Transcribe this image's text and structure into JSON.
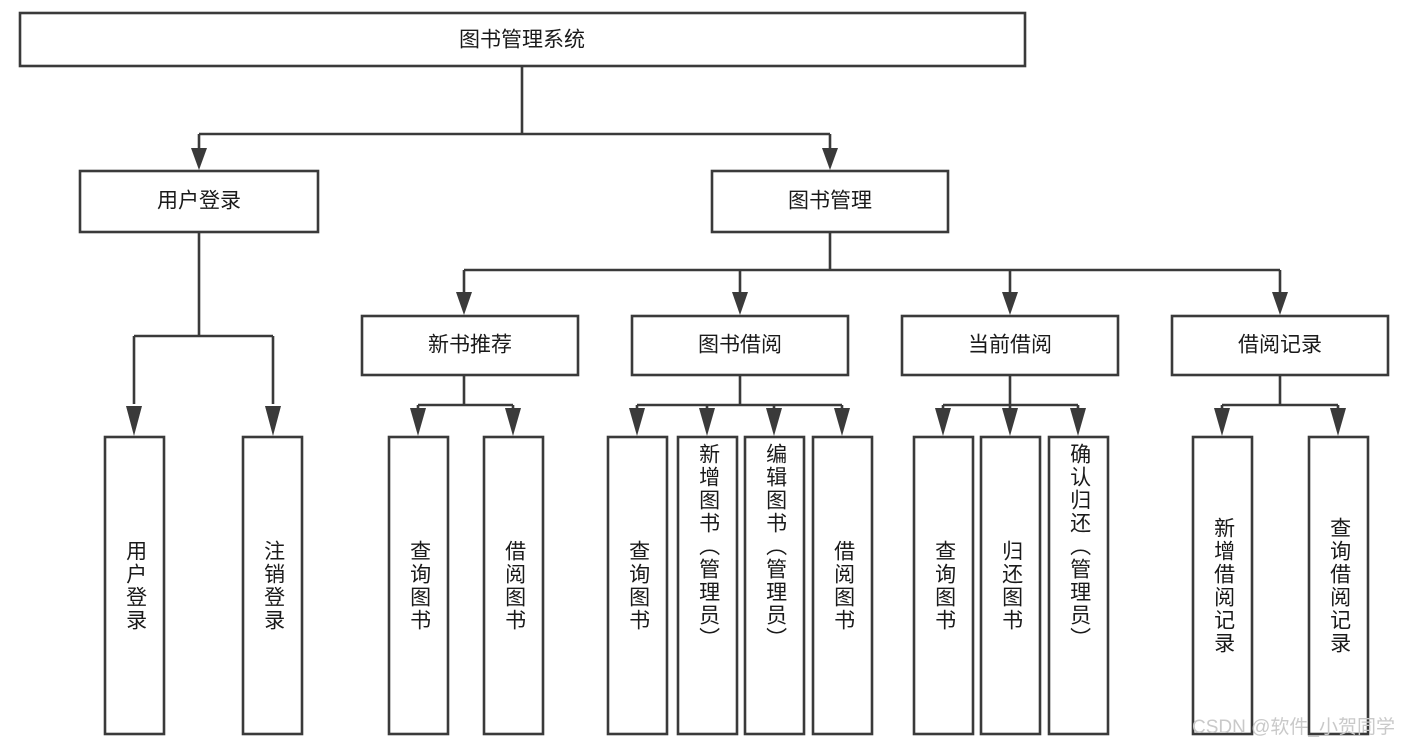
{
  "diagram": {
    "type": "tree",
    "title_node": "图书管理系统",
    "watermark": "CSDN @软件_小贺同学",
    "colors": {
      "box_stroke": "#3a3a3a",
      "box_fill": "#ffffff",
      "text": "#1a1a1a",
      "background": "#ffffff",
      "watermark": "#c9c9c9"
    },
    "levels": {
      "level0": [
        {
          "id": "root",
          "label": "图书管理系统",
          "orientation": "horizontal"
        }
      ],
      "level1": [
        {
          "id": "login",
          "label": "用户登录",
          "orientation": "horizontal"
        },
        {
          "id": "bookmgmt",
          "label": "图书管理",
          "orientation": "horizontal"
        }
      ],
      "level2": [
        {
          "id": "newbook",
          "label": "新书推荐",
          "orientation": "horizontal"
        },
        {
          "id": "borrow",
          "label": "图书借阅",
          "orientation": "horizontal"
        },
        {
          "id": "current",
          "label": "当前借阅",
          "orientation": "horizontal"
        },
        {
          "id": "records",
          "label": "借阅记录",
          "orientation": "horizontal"
        }
      ],
      "level3": [
        {
          "id": "l1",
          "label": "用户登录",
          "orientation": "vertical",
          "parent": "login"
        },
        {
          "id": "l2",
          "label": "注销登录",
          "orientation": "vertical",
          "parent": "login"
        },
        {
          "id": "l3",
          "label": "查询图书",
          "orientation": "vertical",
          "parent": "newbook"
        },
        {
          "id": "l4",
          "label": "借阅图书",
          "orientation": "vertical",
          "parent": "newbook"
        },
        {
          "id": "l5",
          "label": "查询图书",
          "orientation": "vertical",
          "parent": "borrow"
        },
        {
          "id": "l6",
          "label": "新增图书（管理员）",
          "orientation": "vertical",
          "parent": "borrow"
        },
        {
          "id": "l7",
          "label": "编辑图书（管理员）",
          "orientation": "vertical",
          "parent": "borrow"
        },
        {
          "id": "l8",
          "label": "借阅图书",
          "orientation": "vertical",
          "parent": "borrow"
        },
        {
          "id": "l9",
          "label": "查询图书",
          "orientation": "vertical",
          "parent": "current"
        },
        {
          "id": "l10",
          "label": "归还图书",
          "orientation": "vertical",
          "parent": "current"
        },
        {
          "id": "l11",
          "label": "确认归还（管理员）",
          "orientation": "vertical",
          "parent": "current"
        },
        {
          "id": "l12",
          "label": "新增借阅记录",
          "orientation": "vertical",
          "parent": "records"
        },
        {
          "id": "l13",
          "label": "查询借阅记录",
          "orientation": "vertical",
          "parent": "records"
        }
      ]
    }
  }
}
